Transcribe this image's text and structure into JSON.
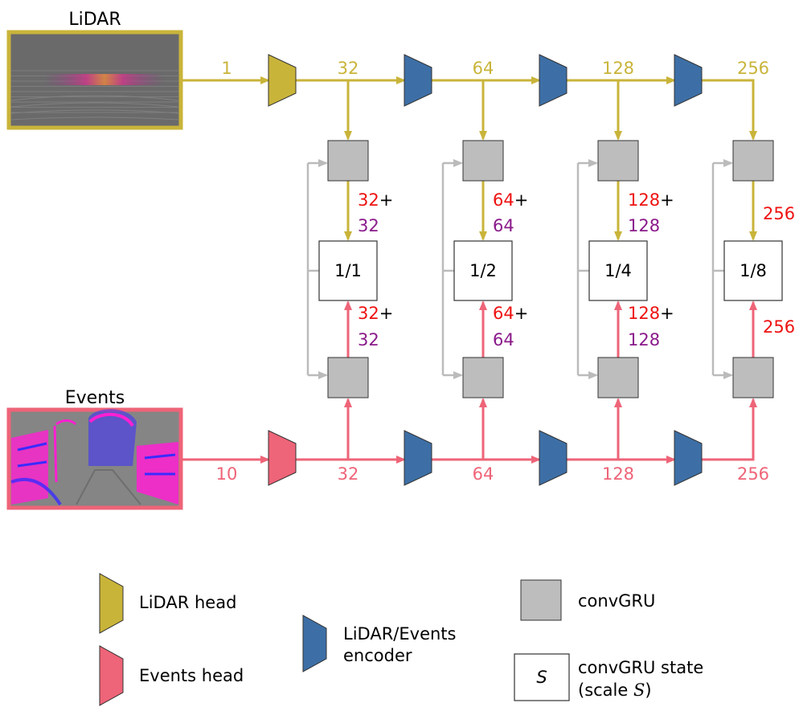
{
  "colors": {
    "lidar": "#c9b43a",
    "events": "#ee6478",
    "encoder": "#3d6fa6",
    "gru": "#bdbdbd",
    "gray_line": "#bbbbbb",
    "red": "#ee1111",
    "purple": "#8a1a8a",
    "lidar_panel_bg": "#6a6a6a",
    "events_panel_bg": "#858585",
    "lidar_glow": "#d5348c",
    "events_magenta": "#ff1fd2",
    "events_blue": "#3a2bff"
  },
  "inputs": {
    "lidar_title": "LiDAR",
    "events_title": "Events"
  },
  "lidar_path": {
    "input_channels": "1",
    "channels": [
      "32",
      "64",
      "128",
      "256"
    ]
  },
  "events_path": {
    "input_channels": "10",
    "channels": [
      "32",
      "64",
      "128",
      "256"
    ]
  },
  "scales": [
    {
      "label": "1/1",
      "lidar_red": "32",
      "lidar_plus": "+",
      "lidar_purple": "32",
      "events_red": "32",
      "events_plus": "+",
      "events_purple": "32"
    },
    {
      "label": "1/2",
      "lidar_red": "64",
      "lidar_plus": "+",
      "lidar_purple": "64",
      "events_red": "64",
      "events_plus": "+",
      "events_purple": "64"
    },
    {
      "label": "1/4",
      "lidar_red": "128",
      "lidar_plus": "+",
      "lidar_purple": "128",
      "events_red": "128",
      "events_plus": "+",
      "events_purple": "128"
    },
    {
      "label": "1/8",
      "lidar_red": "256",
      "lidar_plus": "",
      "lidar_purple": "",
      "events_red": "256",
      "events_plus": "",
      "events_purple": ""
    }
  ],
  "legend": {
    "lidar_head": "LiDAR head",
    "events_head": "Events head",
    "encoder_line1": "LiDAR/Events",
    "encoder_line2": "encoder",
    "convgru": "convGRU",
    "state_symbol": "S",
    "state_line1": "convGRU state",
    "state_line2_prefix": "(scale ",
    "state_line2_symbol": "S",
    "state_line2_suffix": ")"
  }
}
